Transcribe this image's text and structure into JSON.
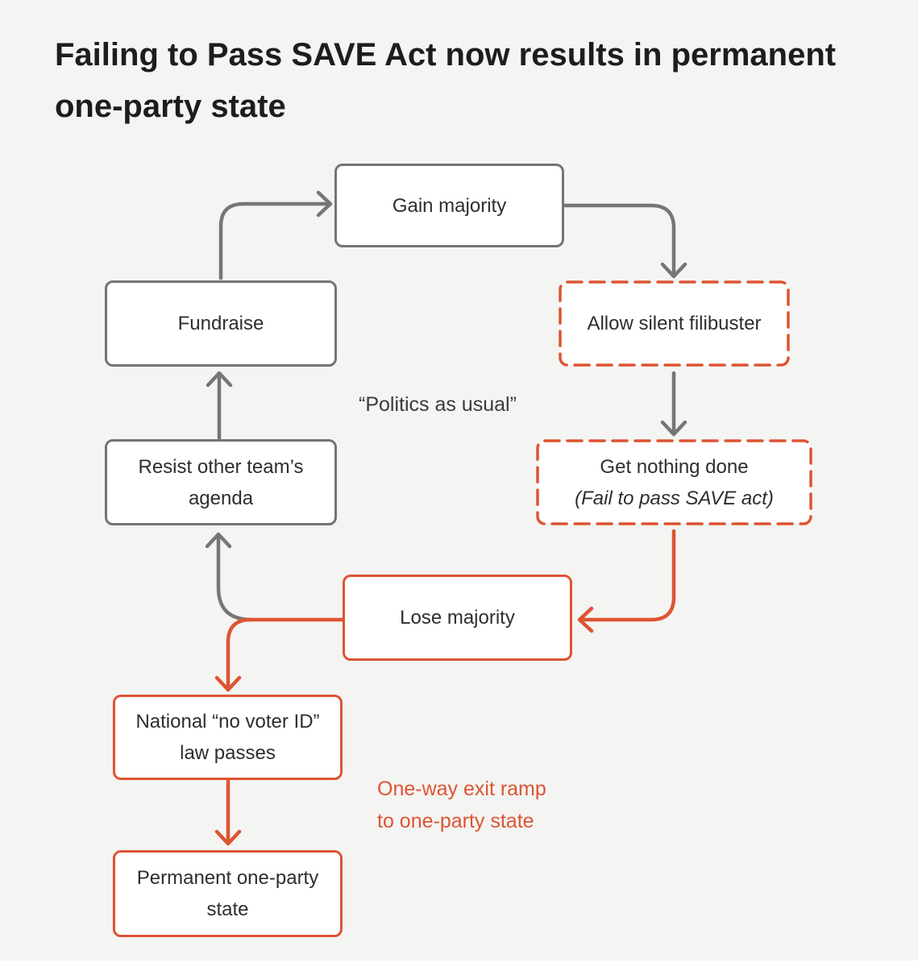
{
  "title": {
    "line1": "Failing to Pass SAVE Act now results in permanent",
    "line2": "one-party state"
  },
  "nodes": {
    "gain_majority": {
      "label": "Gain majority"
    },
    "fundraise": {
      "label": "Fundraise"
    },
    "allow_filibuster": {
      "label": "Allow silent filibuster"
    },
    "resist": {
      "line1": "Resist other team’s",
      "line2": "agenda"
    },
    "get_nothing": {
      "line1": "Get nothing done",
      "line2": "(Fail to pass SAVE act)"
    },
    "lose_majority": {
      "label": "Lose majority"
    },
    "national": {
      "line1": "National “no voter ID”",
      "line2": "law passes"
    },
    "permanent": {
      "line1": "Permanent one-party",
      "line2": "state"
    }
  },
  "annotations": {
    "politics_as_usual": "“Politics as usual”",
    "exit_ramp": {
      "line1": "One-way exit ramp",
      "line2": "to one-party state"
    }
  },
  "edges": [
    {
      "from": "fundraise",
      "to": "gain_majority",
      "style": "gray"
    },
    {
      "from": "gain_majority",
      "to": "allow_filibuster",
      "style": "gray"
    },
    {
      "from": "allow_filibuster",
      "to": "get_nothing",
      "style": "gray"
    },
    {
      "from": "get_nothing",
      "to": "lose_majority",
      "style": "orange"
    },
    {
      "from": "lose_majority",
      "to": "resist",
      "style": "gray"
    },
    {
      "from": "lose_majority",
      "to": "national",
      "style": "orange"
    },
    {
      "from": "resist",
      "to": "fundraise",
      "style": "gray"
    },
    {
      "from": "national",
      "to": "permanent",
      "style": "orange"
    }
  ],
  "colors": {
    "background": "#F4F4F2",
    "accent_orange": "#DD5433",
    "line_gray": "#767676",
    "box_border_gray": "#747474",
    "box_text": "#2E2E2E",
    "title_text": "#1D1D1D"
  }
}
